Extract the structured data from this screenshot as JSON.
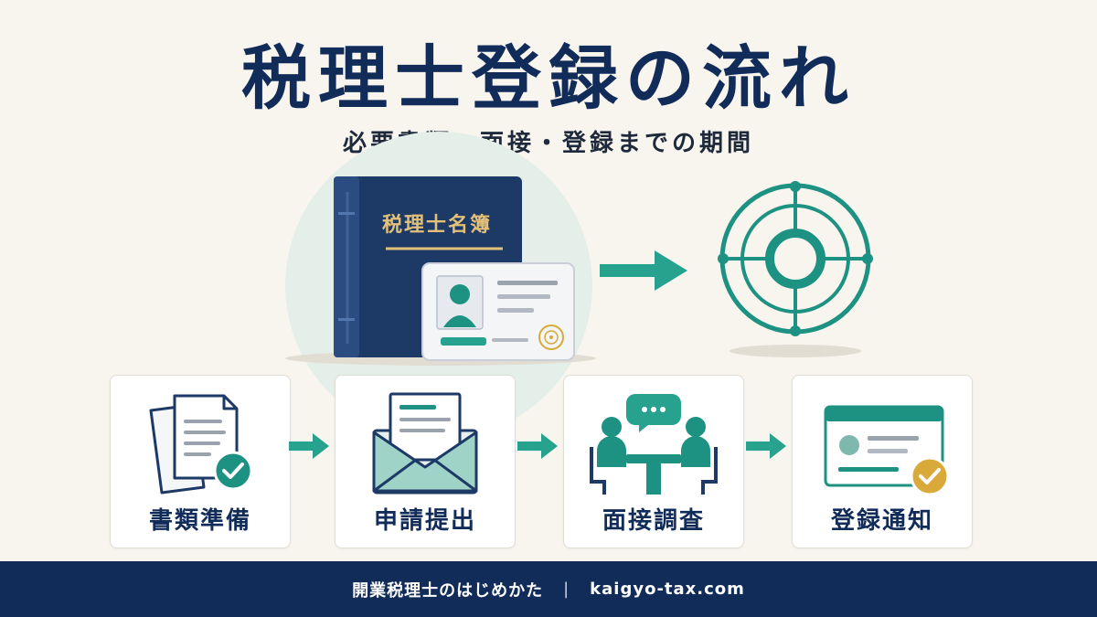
{
  "title": "税理士登録の流れ",
  "subtitle": "必要書類・面接・登録までの期間",
  "book_label": "税理士名簿",
  "steps": [
    {
      "label": "書類準備"
    },
    {
      "label": "申請提出"
    },
    {
      "label": "面接調査"
    },
    {
      "label": "登録通知"
    }
  ],
  "footer": {
    "site_name": "開業税理士のはじめかた",
    "separator": "|",
    "url": "kaigyo-tax.com"
  },
  "colors": {
    "navy": "#122c5a",
    "teal": "#1e9282",
    "gold": "#d9a93a",
    "background": "#f8f5ef"
  }
}
